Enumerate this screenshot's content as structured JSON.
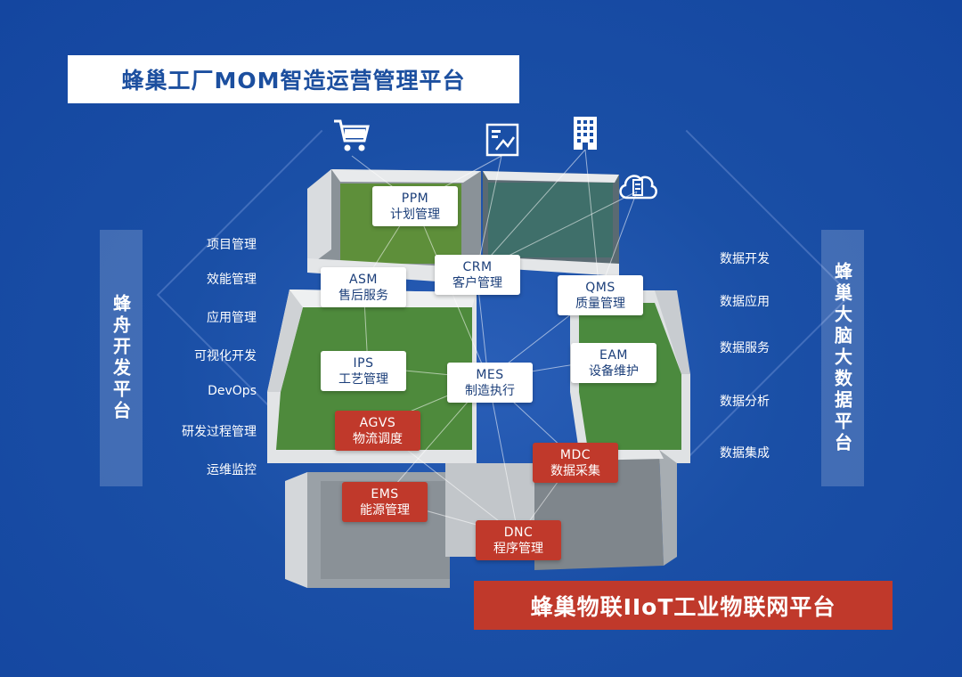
{
  "title_top": "蜂巢工厂MOM智造运营管理平台",
  "title_bottom": "蜂巢物联IIoT工业物联网平台",
  "left_platform": "蜂舟开发平台",
  "right_platform": "蜂巢大脑大数据平台",
  "left_menu": [
    "项目管理",
    "效能管理",
    "应用管理",
    "可视化开发",
    "DevOps",
    "研发过程管理",
    "运维监控"
  ],
  "right_menu": [
    "数据开发",
    "数据应用",
    "数据服务",
    "数据分析",
    "数据集成"
  ],
  "modules": {
    "ppm": {
      "code": "PPM",
      "name": "计划管理"
    },
    "asm": {
      "code": "ASM",
      "name": "售后服务"
    },
    "crm": {
      "code": "CRM",
      "name": "客户管理"
    },
    "qms": {
      "code": "QMS",
      "name": "质量管理"
    },
    "eam": {
      "code": "EAM",
      "name": "设备维护"
    },
    "ips": {
      "code": "IPS",
      "name": "工艺管理"
    },
    "mes": {
      "code": "MES",
      "name": "制造执行"
    },
    "agvs": {
      "code": "AGVS",
      "name": "物流调度"
    },
    "mdc": {
      "code": "MDC",
      "name": "数据采集"
    },
    "ems": {
      "code": "EMS",
      "name": "能源管理"
    },
    "dnc": {
      "code": "DNC",
      "name": "程序管理"
    }
  },
  "icons": [
    "shopping-cart-icon",
    "chart-document-icon",
    "building-icon",
    "cloud-server-icon"
  ],
  "colors": {
    "background": "#1a4fa6",
    "accent_red": "#c0392b",
    "white": "#ffffff",
    "label_text": "#1c3f7a"
  }
}
